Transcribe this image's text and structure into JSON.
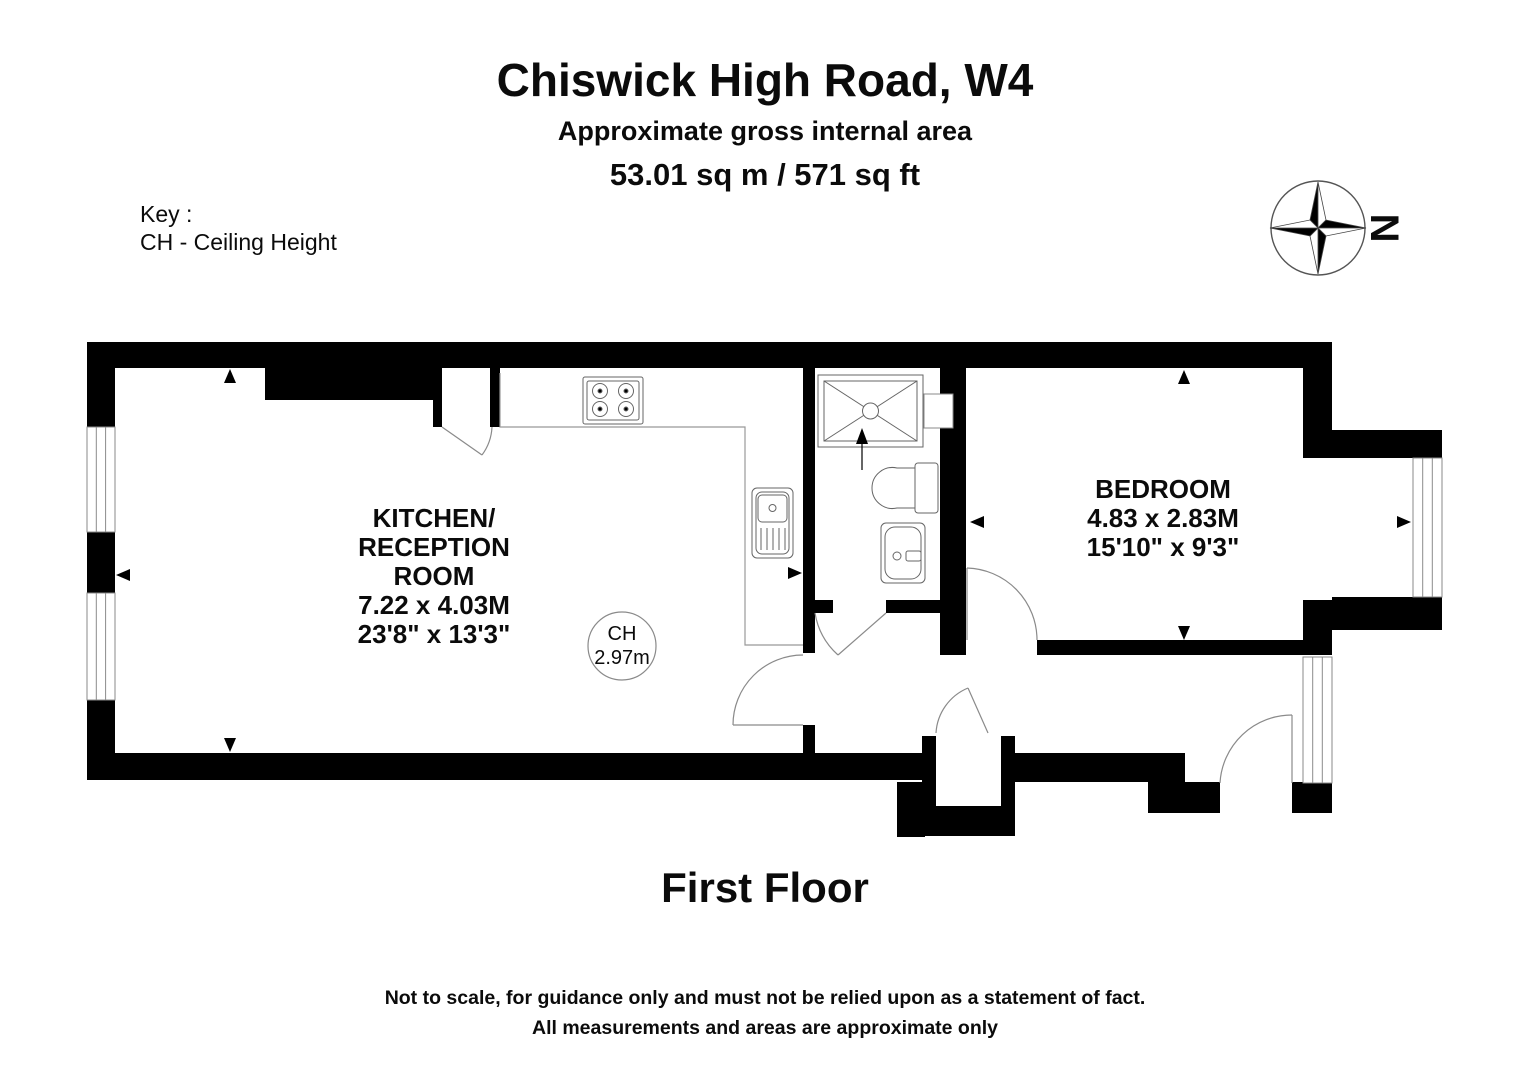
{
  "header": {
    "title": "Chiswick High Road, W4",
    "subtitle": "Approximate gross internal area",
    "area": "53.01 sq m /  571 sq ft"
  },
  "key": {
    "label": "Key :",
    "entry": "CH - Ceiling Height"
  },
  "compass": {
    "north_label": "N"
  },
  "rooms": {
    "kitchen": {
      "name_line1": "KITCHEN/",
      "name_line2": "RECEPTION",
      "name_line3": "ROOM",
      "dims_metric": "7.22 x 4.03M",
      "dims_imperial": "23'8\" x 13'3\""
    },
    "bedroom": {
      "name": "BEDROOM",
      "dims_metric": "4.83 x 2.83M",
      "dims_imperial": "15'10\" x 9'3\""
    }
  },
  "ceiling_height": {
    "label": "CH",
    "value": "2.97m"
  },
  "floor_label": "First Floor",
  "disclaimer": {
    "line1": "Not to scale, for guidance only and must not be relied upon as a statement of fact.",
    "line2": "All measurements and areas are approximate only"
  },
  "icons": {
    "compass": "compass-rose",
    "hob": "4-burner-hob",
    "sink": "kitchen-sink",
    "shower": "shower-tray",
    "toilet": "toilet",
    "basin": "wash-basin",
    "doors": "door-swing-arcs",
    "arrows": "measurement-arrows"
  },
  "colors": {
    "wall": "#000000",
    "line": "#8a8a8a",
    "background": "#ffffff"
  }
}
